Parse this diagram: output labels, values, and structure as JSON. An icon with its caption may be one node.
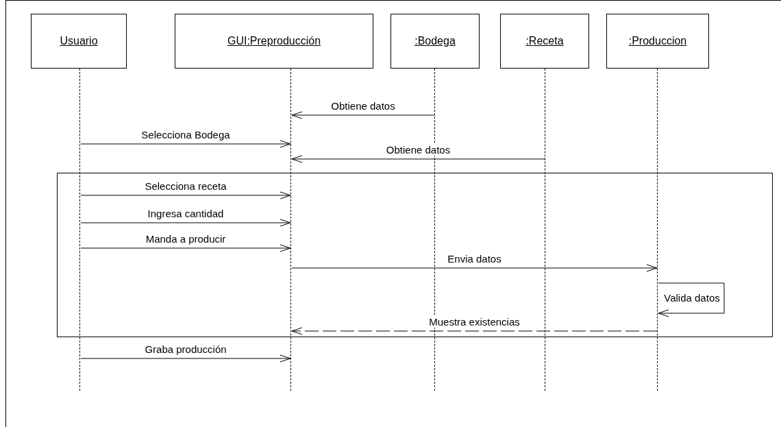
{
  "diagram": {
    "nodes": [
      {
        "text": [
          "Usuario"
        ]
      },
      {
        "text": [
          "GUI:Preproducción"
        ]
      },
      {
        "text": [
          ":Bodega"
        ]
      },
      {
        "text": [
          ":Receta"
        ]
      },
      {
        "text": [
          ":Produccion"
        ]
      },
      {
        "text": [],
        "shape": "line"
      },
      {
        "text": [],
        "shape": "line"
      },
      {
        "text": [],
        "shape": "line"
      },
      {
        "text": [],
        "shape": "line"
      },
      {
        "text": [],
        "shape": "line"
      }
    ],
    "edges": [
      {
        "from": 7,
        "to": 6,
        "arrow": "to",
        "label": "Obtiene datos"
      },
      {
        "from": 5,
        "to": 6,
        "arrow": "to",
        "label": "Selecciona Bodega"
      },
      {
        "from": 8,
        "to": 6,
        "arrow": "to",
        "label": "Obtiene datos"
      },
      {
        "from": 5,
        "to": 6,
        "arrow": "to",
        "label": "Selecciona receta"
      },
      {
        "from": 5,
        "to": 6,
        "arrow": "to",
        "label": "Ingresa cantidad"
      },
      {
        "from": 5,
        "to": 6,
        "arrow": "to",
        "label": "Manda a producir"
      },
      {
        "from": 6,
        "to": 9,
        "arrow": "to",
        "label": "Envia datos"
      },
      {
        "from": 9,
        "to": 9,
        "arrow": "to",
        "label": "Valida datos"
      },
      {
        "from": 9,
        "to": 6,
        "arrow": "to",
        "label": "Muestra existencias",
        "style": "dashed"
      },
      {
        "from": 5,
        "to": 6,
        "arrow": "to",
        "label": "Graba producción"
      }
    ]
  }
}
